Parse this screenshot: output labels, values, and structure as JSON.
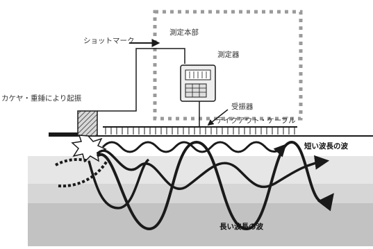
{
  "labels": {
    "shot_mark": "ショットマーク",
    "hq": "測定本部",
    "instrument": "測定器",
    "hammer_excite": "カケヤ・重錘により起振",
    "geophone": "受振器",
    "takeout_cable": "テイクアウト・ケーブル",
    "short_wave": "短い波長の波",
    "long_wave": "長い波長の波"
  },
  "colors": {
    "line": "#1a1a1a",
    "layer_top": "#e6e6e6",
    "layer_mid": "#d6d6d6",
    "layer_bottom": "#c2c2c2",
    "hq_border": "#9a9a9a",
    "source_fill": "#8a8a8a"
  }
}
